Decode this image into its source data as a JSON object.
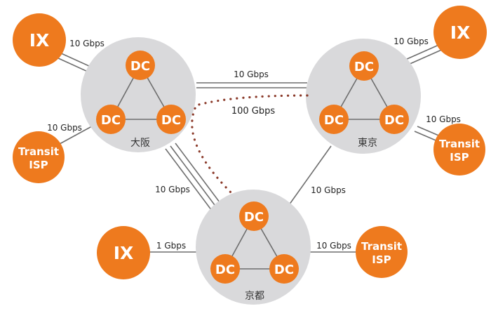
{
  "colors": {
    "orange": "#EE7A1E",
    "region_fill": "#D9D9DB",
    "line": "#6E6E6E",
    "dotted": "#8B3A2A",
    "text": "#222222",
    "white": "#FFFFFF"
  },
  "regions": {
    "osaka": {
      "name": "大阪"
    },
    "tokyo": {
      "name": "東京"
    },
    "kyoto": {
      "name": "京都"
    }
  },
  "dc_label": "DC",
  "external": {
    "ix_osaka": "IX",
    "ix_tokyo": "IX",
    "ix_kyoto": "IX",
    "transit_osaka": [
      "Transit",
      "ISP"
    ],
    "transit_tokyo": [
      "Transit",
      "ISP"
    ],
    "transit_kyoto": [
      "Transit",
      "ISP"
    ]
  },
  "links": {
    "osaka_ix": "10 Gbps",
    "osaka_transit": "10 Gbps",
    "osaka_tokyo": "10 Gbps",
    "osaka_tokyo_dotted": "100 Gbps",
    "tokyo_ix": "10 Gbps",
    "tokyo_transit": "10 Gbps",
    "osaka_kyoto": "10 Gbps",
    "tokyo_kyoto": "10 Gbps",
    "kyoto_ix": "1 Gbps",
    "kyoto_transit": "10 Gbps"
  }
}
